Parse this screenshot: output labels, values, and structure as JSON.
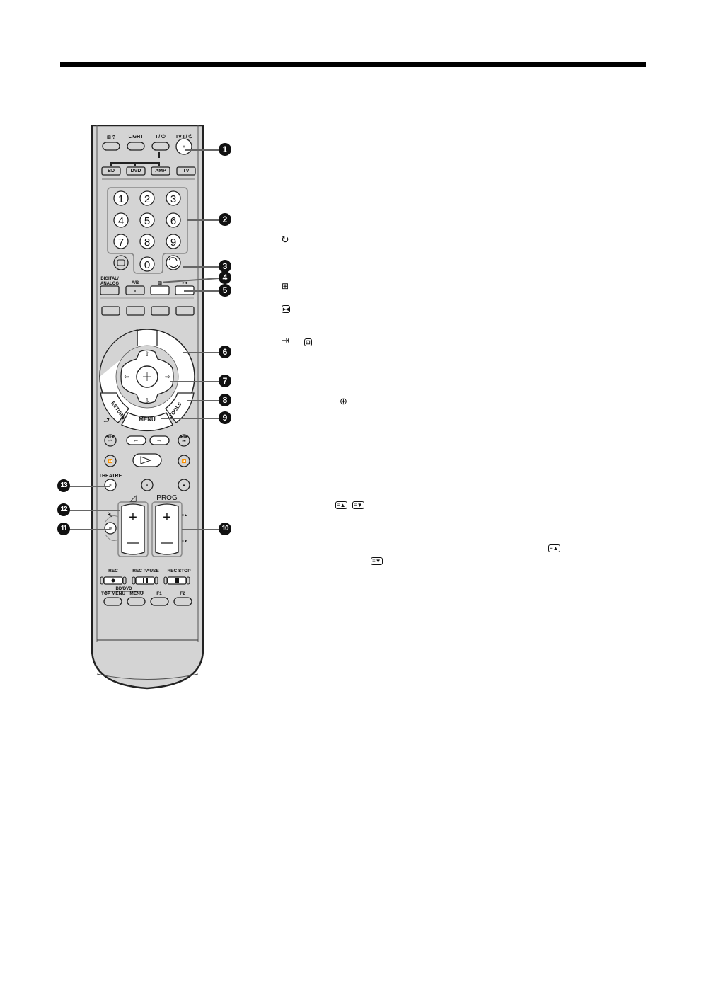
{
  "page": {
    "header_rule_color": "#000000"
  },
  "remote": {
    "body_color": "#d4d4d4",
    "outline_color": "#222222",
    "top_row": {
      "labels": [
        "⊞ ?",
        "LIGHT",
        "I / ⏻",
        "TV I / ⏻"
      ]
    },
    "mode_buttons": [
      "BD",
      "DVD",
      "AMP",
      "TV"
    ],
    "number_pad": [
      "1",
      "2",
      "3",
      "4",
      "5",
      "6",
      "7",
      "8",
      "9",
      "0"
    ],
    "teletext_icon": "teletext-icon",
    "jump_icon": "jump-icon",
    "row_labels": {
      "digital_analog": "DIGITAL/\nANALOG",
      "digital": "DIGITAL/",
      "analog": "ANALOG",
      "ab": "A/B",
      "wide": "⊞",
      "freeze": "▸◂"
    },
    "nav": {
      "return": "RETURN",
      "tools": "TOOLS",
      "menu": "MENU"
    },
    "transport": {
      "prev_label": "◂II/◂I",
      "next_label": "I▸/II▸"
    },
    "theatre": "THEATRE",
    "volume_symbol": "◿",
    "prog_label": "PROG",
    "plus": "+",
    "minus": "—",
    "rec_row": [
      "REC",
      "REC  PAUSE",
      "REC STOP"
    ],
    "bd_dvd": "BD/DVD",
    "bottom_row": [
      "TOP MENU",
      "MENU",
      "F1",
      "F2"
    ]
  },
  "callouts": [
    "1",
    "2",
    "3",
    "4",
    "5",
    "6",
    "7",
    "8",
    "9",
    "10",
    "11",
    "12",
    "13"
  ],
  "text_icons": {
    "jump": "↻",
    "wide": "⊞",
    "freeze": "▸◂",
    "input": "⇥",
    "position": "⊡",
    "ok": "⊕",
    "page_up": "≡▲",
    "page_down": "≡▼"
  }
}
